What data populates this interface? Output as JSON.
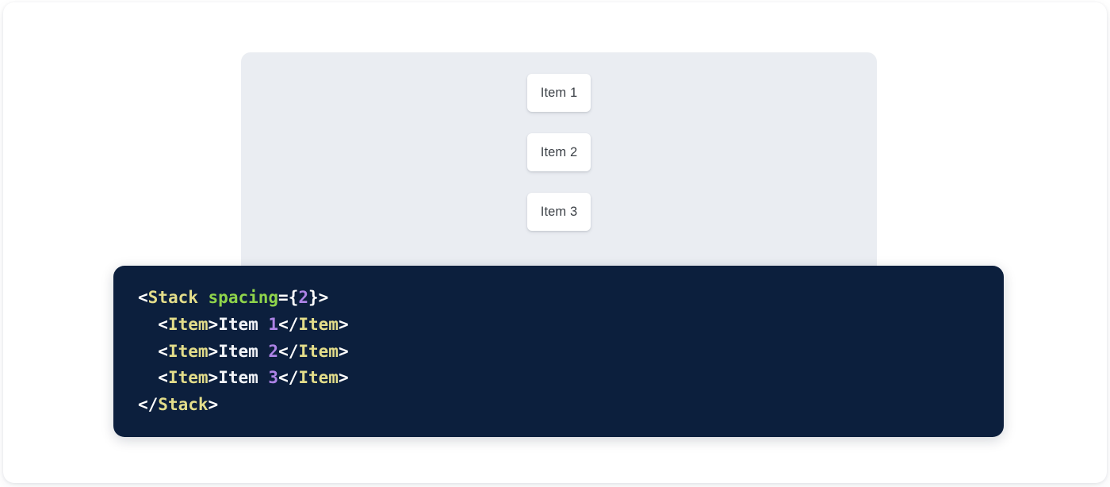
{
  "colors": {
    "page_background": "#ffffff",
    "preview_background": "#eaedf2",
    "item_background": "#ffffff",
    "item_text": "#3c4147",
    "code_background": "#0c1f3d",
    "code_punctuation": "#ffffff",
    "code_tag": "#e3dd8a",
    "code_attribute": "#8fd44b",
    "code_number": "#ad83e6",
    "code_text": "#f2f4f8"
  },
  "preview": {
    "stack_items": [
      {
        "label": "Item 1"
      },
      {
        "label": "Item 2"
      },
      {
        "label": "Item 3"
      }
    ]
  },
  "code": {
    "language": "jsx",
    "lines": [
      {
        "indent": "",
        "tokens": [
          {
            "t": "<",
            "k": "punc"
          },
          {
            "t": "Stack",
            "k": "tag"
          },
          {
            "t": " ",
            "k": "punc"
          },
          {
            "t": "spacing",
            "k": "attr"
          },
          {
            "t": "={",
            "k": "punc"
          },
          {
            "t": "2",
            "k": "num"
          },
          {
            "t": "}>",
            "k": "punc"
          }
        ]
      },
      {
        "indent": "  ",
        "tokens": [
          {
            "t": "<",
            "k": "punc"
          },
          {
            "t": "Item",
            "k": "tag"
          },
          {
            "t": ">",
            "k": "punc"
          },
          {
            "t": "Item ",
            "k": "text"
          },
          {
            "t": "1",
            "k": "num"
          },
          {
            "t": "</",
            "k": "punc"
          },
          {
            "t": "Item",
            "k": "tag"
          },
          {
            "t": ">",
            "k": "punc"
          }
        ]
      },
      {
        "indent": "  ",
        "tokens": [
          {
            "t": "<",
            "k": "punc"
          },
          {
            "t": "Item",
            "k": "tag"
          },
          {
            "t": ">",
            "k": "punc"
          },
          {
            "t": "Item ",
            "k": "text"
          },
          {
            "t": "2",
            "k": "num"
          },
          {
            "t": "</",
            "k": "punc"
          },
          {
            "t": "Item",
            "k": "tag"
          },
          {
            "t": ">",
            "k": "punc"
          }
        ]
      },
      {
        "indent": "  ",
        "tokens": [
          {
            "t": "<",
            "k": "punc"
          },
          {
            "t": "Item",
            "k": "tag"
          },
          {
            "t": ">",
            "k": "punc"
          },
          {
            "t": "Item ",
            "k": "text"
          },
          {
            "t": "3",
            "k": "num"
          },
          {
            "t": "</",
            "k": "punc"
          },
          {
            "t": "Item",
            "k": "tag"
          },
          {
            "t": ">",
            "k": "punc"
          }
        ]
      },
      {
        "indent": "",
        "tokens": [
          {
            "t": "</",
            "k": "punc"
          },
          {
            "t": "Stack",
            "k": "tag"
          },
          {
            "t": ">",
            "k": "punc"
          }
        ]
      }
    ]
  }
}
